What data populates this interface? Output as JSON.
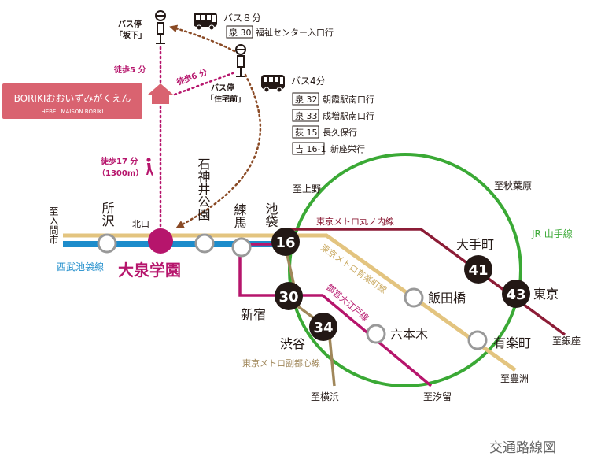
{
  "colors": {
    "seibu": "#1d8ccb",
    "jr": "#3aa935",
    "marunouchi": "#8c1c36",
    "yurakucho": "#e3c47f",
    "oedo": "#b6156c",
    "fukutoshin": "#a0875a",
    "bus_dots": "#8a4a25",
    "walk": "#b6156c",
    "property": "#d96370",
    "station_dark": "#231815"
  },
  "property": {
    "name": "BORIKIおおいずみがくえん",
    "sub": "HEBEL MAISON BORIKI"
  },
  "bus_stop_sakashita": {
    "label_1": "バス停",
    "label_2": "「坂下」",
    "bus_icon": "bus-icon",
    "duration": "バス８分",
    "routes": [
      {
        "code": "泉 30",
        "dest": "福祉センター入口行"
      }
    ]
  },
  "bus_stop_jutaku": {
    "label_1": "バス停",
    "label_2": "「住宅前」",
    "bus_icon": "bus-icon",
    "duration": "バス4分",
    "routes": [
      {
        "code": "泉 32",
        "dest": "朝霞駅南口行"
      },
      {
        "code": "泉 33",
        "dest": "成増駅南口行"
      },
      {
        "code": "荻 15",
        "dest": "長久保行"
      },
      {
        "code": "吉 16-1",
        "dest": "新座栄行"
      }
    ]
  },
  "walk": {
    "to_sakashita": "徒歩5 分",
    "to_jutaku": "徒歩6 分",
    "to_station": "徒歩17 分",
    "to_station_dist": "（1300m）"
  },
  "stations": {
    "oizumi": "大泉学園",
    "kitaguchi": "北口",
    "tokorozawa": "所沢",
    "shakujii": "石神井公園",
    "nerima": "練馬",
    "ikebukuro": "池袋",
    "shinjuku": "新宿",
    "shibuya": "渋谷",
    "iidabashi": "飯田橋",
    "roppongi": "六本木",
    "otemachi": "大手町",
    "tokyo": "東京",
    "yurakucho": "有楽町"
  },
  "minutes": {
    "ikebukuro": "16",
    "shinjuku": "30",
    "shibuya": "34",
    "otemachi": "41",
    "tokyo": "43"
  },
  "lines": {
    "seibu": "西武池袋線",
    "jr": "JR 山手線",
    "marunouchi": "東京メトロ丸ノ内線",
    "yurakucho": "東京メトロ有楽町線",
    "oedo": "都営大江戸線",
    "fukutoshin": "東京メトロ副都心線"
  },
  "directions": {
    "irumashi": "至入間市",
    "ueno": "至上野",
    "akihabara": "至秋葉原",
    "ginza": "至銀座",
    "toyosu": "至豊洲",
    "shiodome": "至汐留",
    "yokohama": "至横浜"
  },
  "title": "交通路線図"
}
